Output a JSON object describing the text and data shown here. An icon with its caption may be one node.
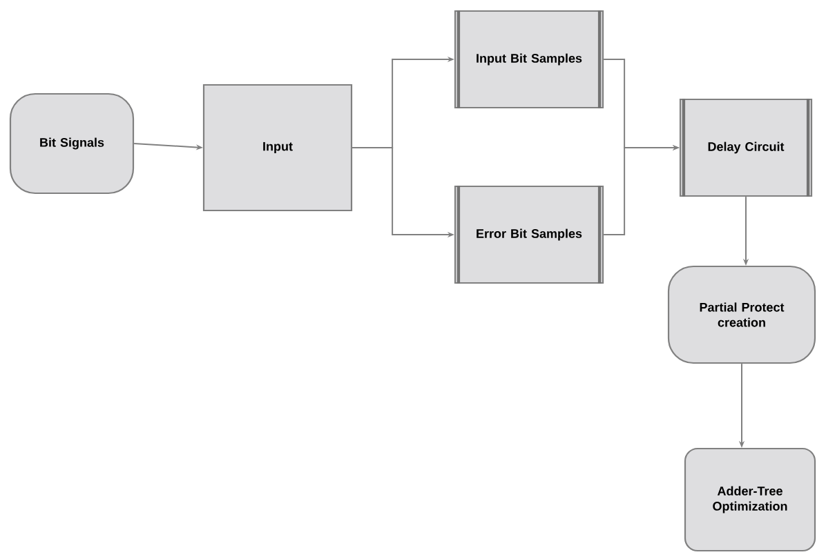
{
  "diagram": {
    "nodes": [
      {
        "text": [
          "Bit Signals"
        ]
      },
      {
        "text": [
          "Input"
        ]
      },
      {
        "text": [
          "Input Bit Samples"
        ]
      },
      {
        "text": [
          "Error Bit Samples"
        ]
      },
      {
        "text": [
          "Delay Circuit"
        ]
      },
      {
        "text": [
          "Partial Protect creation"
        ]
      },
      {
        "text": [
          "Adder-Tree Optimization"
        ]
      }
    ],
    "edges": [
      {
        "from": 0,
        "to": 1,
        "arrow": "to"
      },
      {
        "from": 1,
        "to": 2,
        "arrow": "to"
      },
      {
        "from": 1,
        "to": 3,
        "arrow": "to"
      },
      {
        "from": 2,
        "to": 4,
        "arrow": "to"
      },
      {
        "from": 3,
        "to": 4,
        "arrow": "to"
      },
      {
        "from": 4,
        "to": 5,
        "arrow": "to"
      },
      {
        "from": 5,
        "to": 6,
        "arrow": "to"
      }
    ]
  }
}
